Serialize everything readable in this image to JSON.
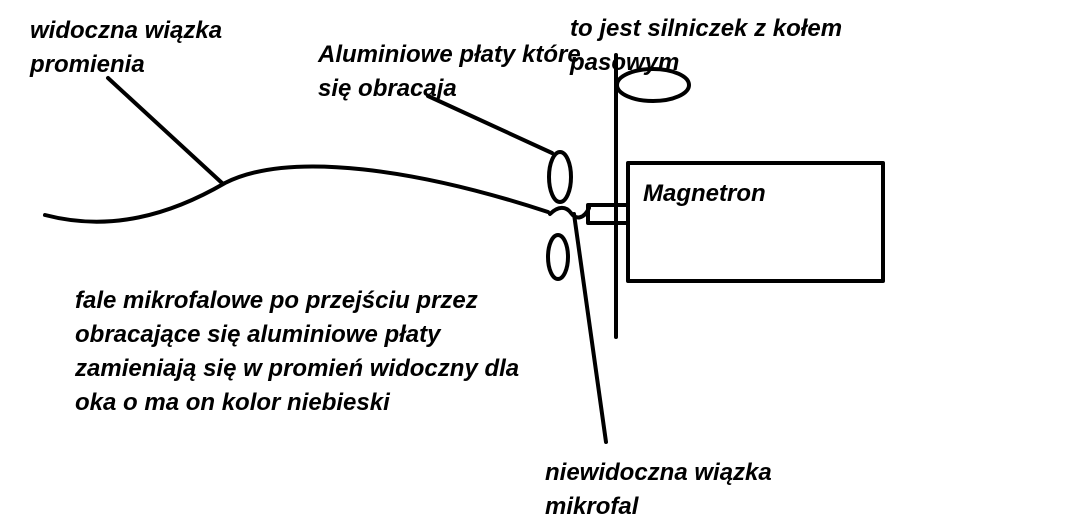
{
  "labels": {
    "visible_beam": [
      "widoczna wiązka",
      "promienia"
    ],
    "aluminium_plates": [
      "Aluminiowe płaty które",
      "się obracaja"
    ],
    "motor": [
      "to jest silniczek z kołem",
      "pasowym"
    ],
    "magnetron": "Magnetron",
    "explanation": [
      "fale mikrofalowe po przejściu przez",
      "obracające się aluminiowe płaty",
      "zamieniają się w promień widoczny dla",
      "oka o ma on kolor niebieski"
    ],
    "invisible_beam": [
      "niewidoczna wiązka",
      "mikrofal"
    ]
  },
  "colors": {
    "ink": "#000000",
    "background": "#ffffff"
  }
}
